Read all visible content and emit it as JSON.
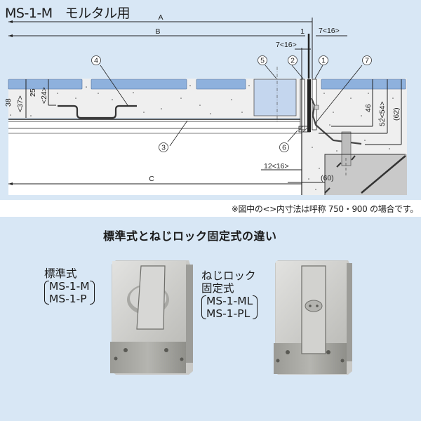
{
  "header": {
    "model": "MS-1-M",
    "subtitle": "モルタル用"
  },
  "diagram": {
    "dimensions": {
      "A": "A",
      "B": "B",
      "C": "C",
      "gap_1": "1",
      "right_7_16": "7<16>",
      "inner_7_16": "7<16>",
      "h_38": "38",
      "h_37": "<37>",
      "h_25": "25",
      "h_24": "<24>",
      "h_46": "46",
      "h_52_54": "52<54>",
      "h_62": "(62)",
      "w_12_16": "12<16>",
      "w_60": "(60)"
    },
    "callouts": [
      "1",
      "2",
      "3",
      "4",
      "5",
      "6",
      "7"
    ],
    "colors": {
      "background": "#d8e7f5",
      "tile": "#8eb1dd",
      "mortar": "#eeeeee",
      "concrete_base": "#c9c9c9",
      "line": "#222222"
    }
  },
  "note": "※図中の<>内寸法は呼称 750・900 の場合です。",
  "comparison": {
    "title": "標準式とねじロック固定式の違い",
    "standard": {
      "label": "標準式",
      "models": [
        "MS-1-M",
        "MS-1-P"
      ]
    },
    "screw_lock": {
      "label_line1": "ねじロック",
      "label_line2": "固定式",
      "models": [
        "MS-1-ML",
        "MS-1-PL"
      ]
    }
  }
}
